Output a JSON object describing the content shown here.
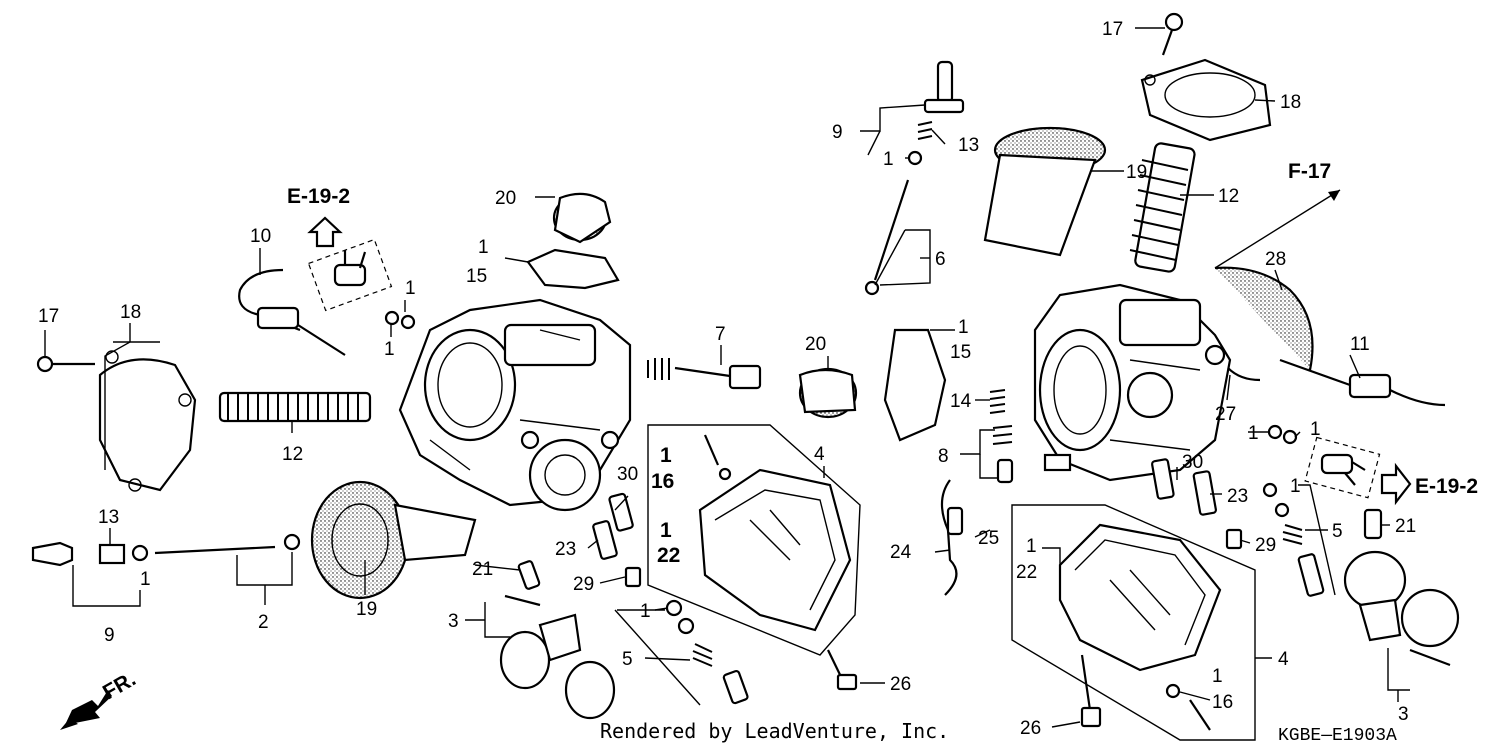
{
  "labels": {
    "l1a": "1",
    "l1b": "1",
    "l1c": "1",
    "l1d": "1",
    "l1e": "1",
    "l1f": "1",
    "l1g": "1",
    "l1h": "1",
    "l1i": "1",
    "l1j": "1",
    "l1k": "1",
    "l1l": "1",
    "l1m": "1",
    "l1n": "1",
    "l2": "2",
    "l3a": "3",
    "l3b": "3",
    "l4a": "4",
    "l4b": "4",
    "l5a": "5",
    "l5b": "5",
    "l6": "6",
    "l7": "7",
    "l8": "8",
    "l9a": "9",
    "l9b": "9",
    "l10": "10",
    "l11": "11",
    "l12a": "12",
    "l12b": "12",
    "l13a": "13",
    "l13b": "13",
    "l14": "14",
    "l15a": "15",
    "l15b": "15",
    "l16a": "16",
    "l16b": "16",
    "l17a": "17",
    "l17b": "17",
    "l18a": "18",
    "l18b": "18",
    "l19a": "19",
    "l19b": "19",
    "l20a": "20",
    "l20b": "20",
    "l21a": "21",
    "l21b": "21",
    "l22a": "22",
    "l22b": "22",
    "l23a": "23",
    "l23b": "23",
    "l24": "24",
    "l25": "25",
    "l26a": "26",
    "l26b": "26",
    "l27": "27",
    "l28": "28",
    "l29a": "29",
    "l29b": "29",
    "l30a": "30",
    "l30b": "30"
  },
  "references": {
    "e19_left": "E-19-2",
    "e19_right": "E-19-2",
    "f17": "F-17",
    "front": "FR."
  },
  "footer": {
    "credit": "Rendered by LeadVenture, Inc.",
    "diagram_code": "KGBE—E1903A"
  },
  "colors": {
    "ink": "#000000",
    "paper": "#ffffff"
  }
}
